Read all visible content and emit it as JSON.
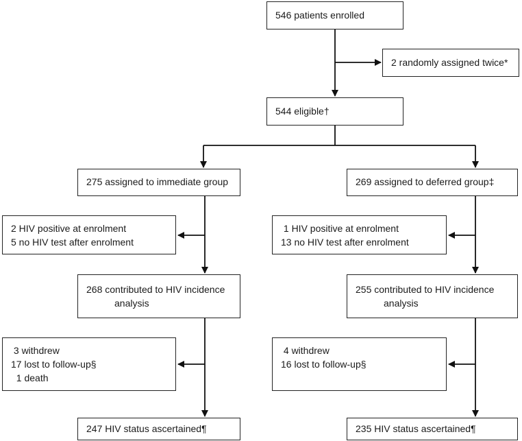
{
  "flowchart": {
    "enrolled": "546 patients enrolled",
    "excluded_twice": "2 randomly assigned twice*",
    "eligible": "544 eligible†",
    "immediate": {
      "assigned": "275 assigned to immediate group",
      "excluded": [
        "2 HIV positive at enrolment",
        "5 no HIV test after enrolment"
      ],
      "contributed": [
        "268 contributed to HIV incidence",
        "analysis"
      ],
      "lost": [
        " 3 withdrew",
        "17 lost to follow-up§",
        "  1 death"
      ],
      "ascertained": "247 HIV status ascertained¶"
    },
    "deferred": {
      "assigned": "269 assigned to deferred group‡",
      "excluded": [
        " 1 HIV positive at enrolment",
        "13 no HIV test after enrolment"
      ],
      "contributed": [
        "255 contributed to HIV incidence",
        "analysis"
      ],
      "lost": [
        " 4 withdrew",
        "16 lost to follow-up§"
      ],
      "ascertained": "235 HIV status ascertained¶"
    }
  }
}
